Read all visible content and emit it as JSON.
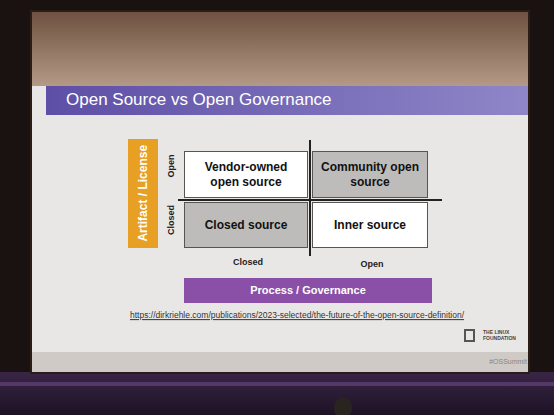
{
  "diagram": {
    "title": "Open Source vs Open Governance",
    "nodes": [
      {
        "text": [
          "Artifact / License"
        ]
      },
      {
        "text": [
          "Vendor-owned open source"
        ]
      },
      {
        "text": [
          "Community open source"
        ]
      },
      {
        "text": [
          "Closed source"
        ]
      },
      {
        "text": [
          "Inner source"
        ]
      },
      {
        "text": [
          "Process / Governance"
        ]
      }
    ],
    "labels": [
      "Open",
      "Closed",
      "Closed",
      "Open",
      "https://dirkriehle.com/publications/2023-selected/the-future-of-the-open-source-definition/",
      "THE LINUX FOUNDATION",
      "#OSSummit"
    ]
  }
}
